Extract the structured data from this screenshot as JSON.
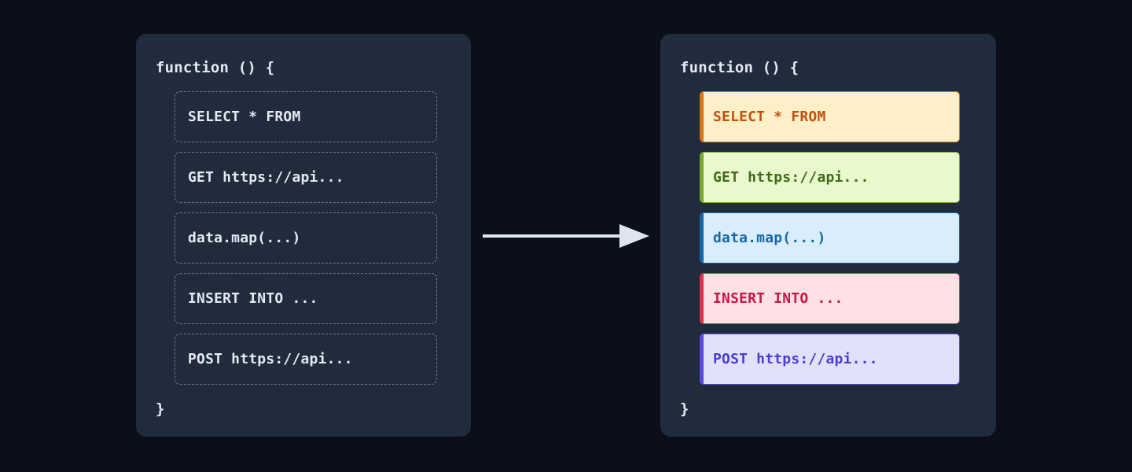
{
  "page": {
    "background_color": "#0b0f1a",
    "panel_background_color": "#202b3c"
  },
  "before_panel": {
    "name": "unhighlighted-code-panel",
    "code_open": "function () {",
    "code_close": "}",
    "text_color": "#e4e9f2",
    "border_style": "dashed",
    "border_color": "#6b7b92",
    "rows": [
      {
        "label": "SELECT * FROM"
      },
      {
        "label": "GET https://api..."
      },
      {
        "label": "data.map(...)"
      },
      {
        "label": "INSERT INTO ..."
      },
      {
        "label": "POST https://api..."
      }
    ]
  },
  "after_panel": {
    "name": "highlighted-code-panel",
    "code_open": "function () {",
    "code_close": "}",
    "text_color": "#e4e9f2",
    "rows": [
      {
        "label": "SELECT * FROM",
        "kind": "sql-select",
        "background_color": "#fdf0c8",
        "text_color": "#c2500c",
        "border_color": "#d4761a"
      },
      {
        "label": "GET https://api...",
        "kind": "http-get",
        "background_color": "#e9f8cd",
        "text_color": "#3f6b16",
        "border_color": "#76a832"
      },
      {
        "label": "data.map(...)",
        "kind": "js-map",
        "background_color": "#daedfb",
        "text_color": "#1668a8",
        "border_color": "#1668a8"
      },
      {
        "label": "INSERT INTO ...",
        "kind": "sql-insert",
        "background_color": "#fde1e5",
        "text_color": "#c41943",
        "border_color": "#e0314f"
      },
      {
        "label": "POST https://api...",
        "kind": "http-post",
        "background_color": "#e2e1fb",
        "text_color": "#4a3ed0",
        "border_color": "#5b4be0"
      }
    ]
  },
  "arrow": {
    "name": "transform-arrow",
    "direction": "right",
    "color": "#dfe5ee"
  }
}
